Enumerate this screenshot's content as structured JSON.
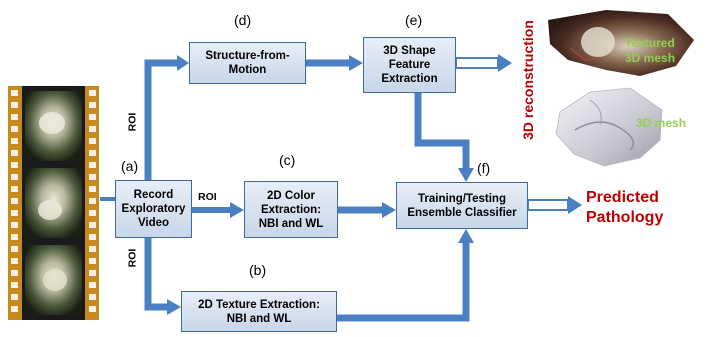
{
  "boxes": {
    "record": "Record\nExploratory\nVideo",
    "sfm": "Structure-from-\nMotion",
    "shape": "3D Shape\nFeature\nExtraction",
    "color": "2D Color\nExtraction:\nNBI and WL",
    "texture": "2D Texture Extraction:\nNBI and WL",
    "classifier": "Training/Testing\nEnsemble Classifier"
  },
  "steps": {
    "a": "(a)",
    "b": "(b)",
    "c": "(c)",
    "d": "(d)",
    "e": "(e)",
    "f": "(f)"
  },
  "roi": {
    "top": "ROI",
    "middle": "ROI",
    "bottom": "ROI"
  },
  "reconstruction_label": "3D reconstruction",
  "textured_mesh_label": "Textured\n3D mesh",
  "mesh_label": "3D mesh",
  "output_label": "Predicted\nPathology",
  "colors": {
    "arrow": "#4a7fc1",
    "box_border": "#3e6a9c",
    "accent_red": "#c00000",
    "accent_green": "#92d050"
  }
}
